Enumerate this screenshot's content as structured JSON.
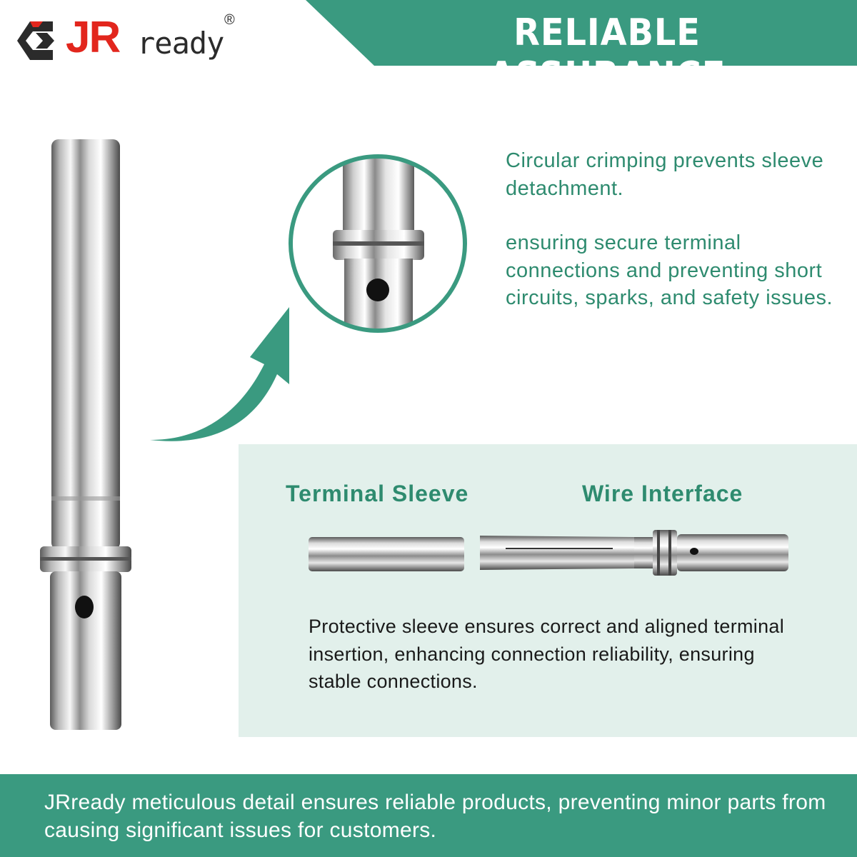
{
  "brand": {
    "logo_jr": "JR",
    "logo_ready": "ready",
    "registered_mark": "®",
    "accent_color": "#e2261d",
    "teal_color": "#3a9a80"
  },
  "header": {
    "title": "RELIABLE ASSURANCE"
  },
  "detail": {
    "paragraphs": [
      "Circular crimping prevents sleeve detachment.",
      "ensuring secure terminal connections and preventing short circuits, sparks, and safety issues."
    ]
  },
  "components": {
    "sleeve_label": "Terminal Sleeve",
    "wire_label": "Wire Interface",
    "description": "Protective sleeve ensures correct and aligned terminal insertion, enhancing connection reliability, ensuring stable connections."
  },
  "footer": {
    "text": "JRready meticulous detail ensures reliable products, preventing minor parts from causing significant issues for customers."
  }
}
